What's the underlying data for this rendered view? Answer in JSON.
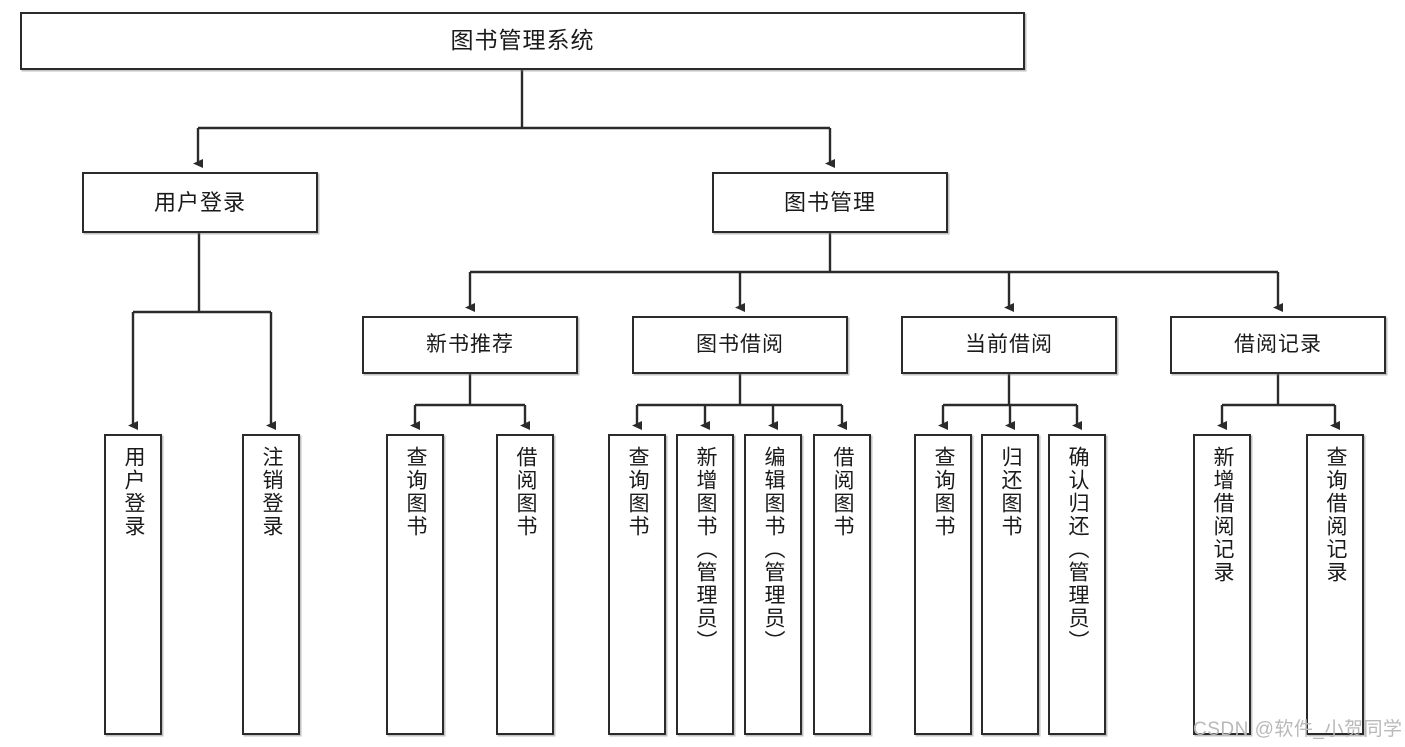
{
  "diagram": {
    "title": "图书管理系统",
    "type": "hierarchy-tree",
    "root": {
      "id": "root",
      "label": "图书管理系统"
    },
    "level2": [
      {
        "id": "user-login",
        "label": "用户登录"
      },
      {
        "id": "book-manage",
        "label": "图书管理"
      }
    ],
    "level3": [
      {
        "id": "new-book-rec",
        "label": "新书推荐"
      },
      {
        "id": "book-borrow",
        "label": "图书借阅"
      },
      {
        "id": "current-borrow",
        "label": "当前借阅"
      },
      {
        "id": "borrow-record",
        "label": "借阅记录"
      }
    ],
    "leaves": {
      "user_login": [
        {
          "id": "leaf-user-login",
          "label": "用户登录"
        },
        {
          "id": "leaf-logout",
          "label": "注销登录"
        }
      ],
      "new_book_rec": [
        {
          "id": "leaf-query-book-1",
          "label": "查询图书"
        },
        {
          "id": "leaf-borrow-book-1",
          "label": "借阅图书"
        }
      ],
      "book_borrow": [
        {
          "id": "leaf-query-book-2",
          "label": "查询图书"
        },
        {
          "id": "leaf-add-book",
          "label": "新增图书（管理员）"
        },
        {
          "id": "leaf-edit-book",
          "label": "编辑图书（管理员）"
        },
        {
          "id": "leaf-borrow-book-2",
          "label": "借阅图书"
        }
      ],
      "current_borrow": [
        {
          "id": "leaf-query-book-3",
          "label": "查询图书"
        },
        {
          "id": "leaf-return-book",
          "label": "归还图书"
        },
        {
          "id": "leaf-confirm-return",
          "label": "确认归还（管理员）"
        }
      ],
      "borrow_record": [
        {
          "id": "leaf-add-record",
          "label": "新增借阅记录"
        },
        {
          "id": "leaf-query-record",
          "label": "查询借阅记录"
        }
      ]
    },
    "colors": {
      "stroke": "#2b2b2b",
      "fill": "#ffffff",
      "text": "#1a1a1a",
      "watermark": "#b9b9b9"
    }
  },
  "watermark": {
    "text": "CSDN @软件_小贺同学"
  }
}
